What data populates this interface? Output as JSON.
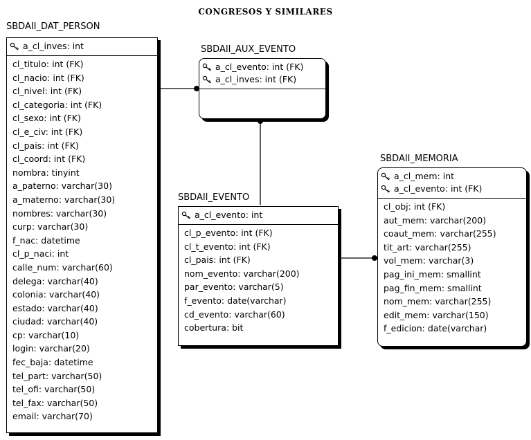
{
  "title": "CONGRESOS Y SIMILARES",
  "entities": {
    "person": {
      "name": "SBDAII_DAT_PERSON",
      "pk": [
        "a_cl_inves: int"
      ],
      "attributes": [
        "cl_titulo: int (FK)",
        "cl_nacio: int (FK)",
        "cl_nivel: int (FK)",
        "cl_categoria: int (FK)",
        "cl_sexo: int (FK)",
        "cl_e_civ: int (FK)",
        "cl_pais: int (FK)",
        "cl_coord: int (FK)",
        "nombra: tinyint",
        "a_paterno: varchar(30)",
        "a_materno: varchar(30)",
        "nombres: varchar(30)",
        "curp: varchar(30)",
        "f_nac: datetime",
        "cl_p_naci: int",
        "calle_num: varchar(60)",
        "delega: varchar(40)",
        "colonia: varchar(40)",
        "estado: varchar(40)",
        "ciudad: varchar(40)",
        "cp: varchar(10)",
        "login: varchar(20)",
        "fec_baja: datetime",
        "tel_part: varchar(50)",
        "tel_ofi: varchar(50)",
        "tel_fax: varchar(50)",
        "email: varchar(70)"
      ]
    },
    "aux": {
      "name": "SBDAII_AUX_EVENTO",
      "pk": [
        "a_cl_evento: int (FK)",
        "a_cl_inves: int (FK)"
      ],
      "attributes": []
    },
    "evento": {
      "name": "SBDAII_EVENTO",
      "pk": [
        "a_cl_evento: int"
      ],
      "attributes": [
        "cl_p_evento: int (FK)",
        "cl_t_evento: int (FK)",
        "cl_pais: int (FK)",
        "nom_evento: varchar(200)",
        "par_evento: varchar(5)",
        "f_evento: date(varchar)",
        "cd_evento: varchar(60)",
        "cobertura: bit"
      ]
    },
    "memoria": {
      "name": "SBDAII_MEMORIA",
      "pk": [
        "a_cl_mem: int",
        "a_cl_evento: int (FK)"
      ],
      "attributes": [
        "cl_obj: int (FK)",
        "aut_mem: varchar(200)",
        "coaut_mem: varchar(255)",
        "tit_art: varchar(255)",
        "vol_mem: varchar(3)",
        "pag_ini_mem: smallint",
        "pag_fin_mem: smallint",
        "nom_mem: varchar(255)",
        "edit_mem: varchar(150)",
        "f_edicion: date(varchar)"
      ]
    }
  }
}
